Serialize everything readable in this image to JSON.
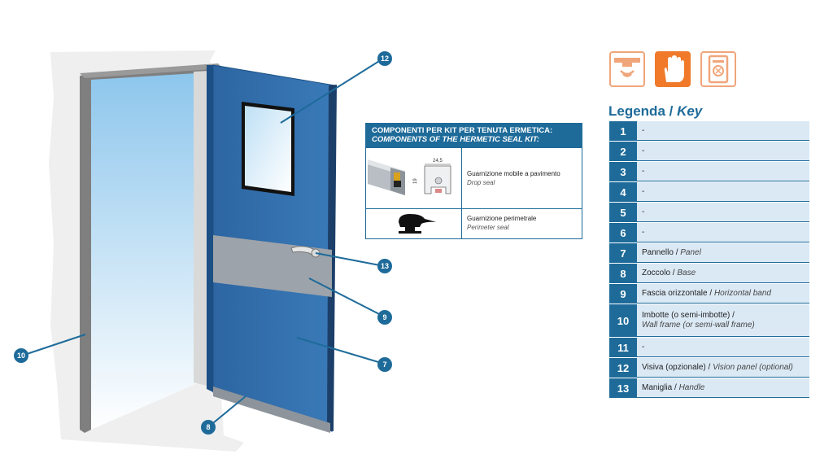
{
  "callouts": [
    {
      "id": "c12",
      "num": "12"
    },
    {
      "id": "c13",
      "num": "13"
    },
    {
      "id": "c9",
      "num": "9"
    },
    {
      "id": "c7",
      "num": "7"
    },
    {
      "id": "c10",
      "num": "10"
    },
    {
      "id": "c8",
      "num": "8"
    }
  ],
  "kit": {
    "title_it": "COMPONENTI  PER KIT PER TENUTA ERMETICA:",
    "title_en": "COMPONENTS OF THE HERMETIC SEAL KIT:",
    "row1_it": "Guarnizione mobile a pavimento",
    "row1_en": "Drop seal",
    "row2_it": "Guarnizione perimetrale",
    "row2_en": "Perimeter seal",
    "dim_width": "24,5",
    "dim_height": "19"
  },
  "icons": [
    {
      "name": "sensor-icon",
      "color": "#f0a57a"
    },
    {
      "name": "hand-touch-icon",
      "color": "#f07a2a"
    },
    {
      "name": "badge-reader-icon",
      "color": "#f0a57a"
    }
  ],
  "legend": {
    "title_it": "Legenda / ",
    "title_en": "Key",
    "rows": [
      {
        "num": "1",
        "it": "-",
        "en": ""
      },
      {
        "num": "2",
        "it": "-",
        "en": ""
      },
      {
        "num": "3",
        "it": "-",
        "en": ""
      },
      {
        "num": "4",
        "it": "-",
        "en": ""
      },
      {
        "num": "5",
        "it": "-",
        "en": ""
      },
      {
        "num": "6",
        "it": "-",
        "en": ""
      },
      {
        "num": "7",
        "it": "Pannello / ",
        "en": "Panel"
      },
      {
        "num": "8",
        "it": "Zoccolo / ",
        "en": "Base"
      },
      {
        "num": "9",
        "it": "Fascia orizzontale / ",
        "en": "Horizontal band"
      },
      {
        "num": "10",
        "it": "Imbotte (o semi-imbotte) /",
        "en": "Wall frame (or semi-wall frame)"
      },
      {
        "num": "11",
        "it": "-",
        "en": ""
      },
      {
        "num": "12",
        "it": "Visiva (opzionale) / ",
        "en": "Vision panel (optional)"
      },
      {
        "num": "13",
        "it": "Maniglia / ",
        "en": "Handle"
      }
    ]
  },
  "colors": {
    "accent": "#1e6b9a",
    "door": "#2f6fae",
    "legend_bg": "#dbe9f5",
    "icon_orange": "#f07a2a"
  }
}
